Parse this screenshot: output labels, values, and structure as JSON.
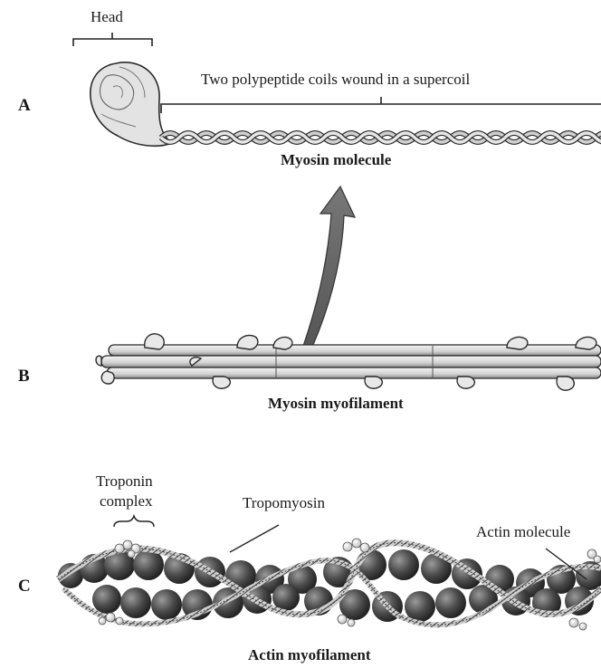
{
  "panels": {
    "a": {
      "letter": "A",
      "head_label": "Head",
      "coil_label": "Two polypeptide coils wound in a supercoil",
      "caption": "Myosin molecule"
    },
    "b": {
      "letter": "B",
      "caption": "Myosin myofilament"
    },
    "c": {
      "letter": "C",
      "troponin_label_line1": "Troponin",
      "troponin_label_line2": "complex",
      "tropomyosin_label": "Tropomyosin",
      "actin_molecule_label": "Actin molecule",
      "caption": "Actin myofilament"
    }
  }
}
